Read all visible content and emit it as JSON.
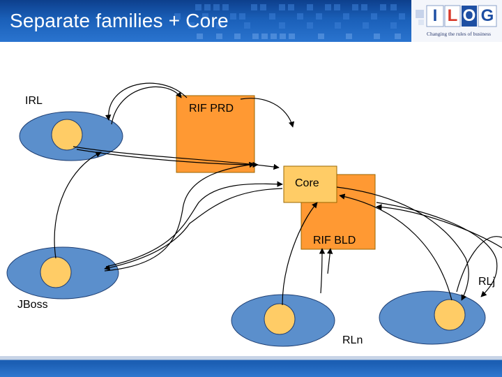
{
  "slide": {
    "title": "Separate families + Core"
  },
  "logo": {
    "letters": [
      "I",
      "L",
      "O",
      "G"
    ],
    "tagline": "Changing the rules of business"
  },
  "diagram": {
    "boxes": {
      "rif_prd": "RIF PRD",
      "core": "Core",
      "rif_bld": "RIF BLD"
    },
    "nodes": {
      "irl": "IRL",
      "jboss": "JBoss",
      "rln": "RLn",
      "rlj": "RLj"
    }
  },
  "colors": {
    "header_blue": "#1a5fb8",
    "box_orange": "#ff9933",
    "ellipse_blue": "#5b8fcc",
    "circle_yellow": "#ffcc66"
  }
}
